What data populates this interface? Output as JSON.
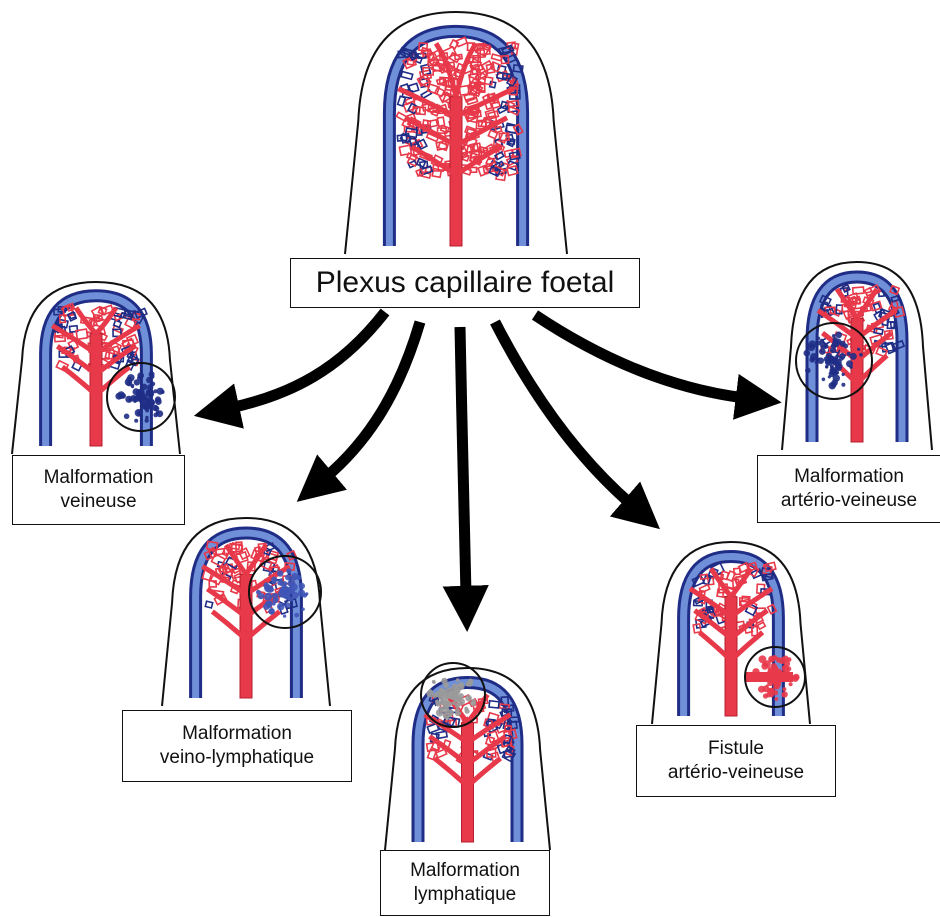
{
  "diagram": {
    "center_label": "Plexus capillaire foetal",
    "outcomes": [
      {
        "id": "veineuse",
        "line1": "Malformation",
        "line2": "veineuse"
      },
      {
        "id": "veino-lymphatique",
        "line1": "Malformation",
        "line2": "veino-lymphatique"
      },
      {
        "id": "lymphatique",
        "line1": "Malformation",
        "line2": "lymphatique"
      },
      {
        "id": "fistule",
        "line1": "Fistule",
        "line2": "artério-veineuse"
      },
      {
        "id": "arterio-veineuse",
        "line1": "Malformation",
        "line2": "artério-veineuse"
      }
    ]
  },
  "colors": {
    "artery": "#e8394a",
    "vein": "#1f2d86",
    "vein_light": "#6f8fd8",
    "lymph": "#9a9a9a",
    "outline": "#111111"
  }
}
